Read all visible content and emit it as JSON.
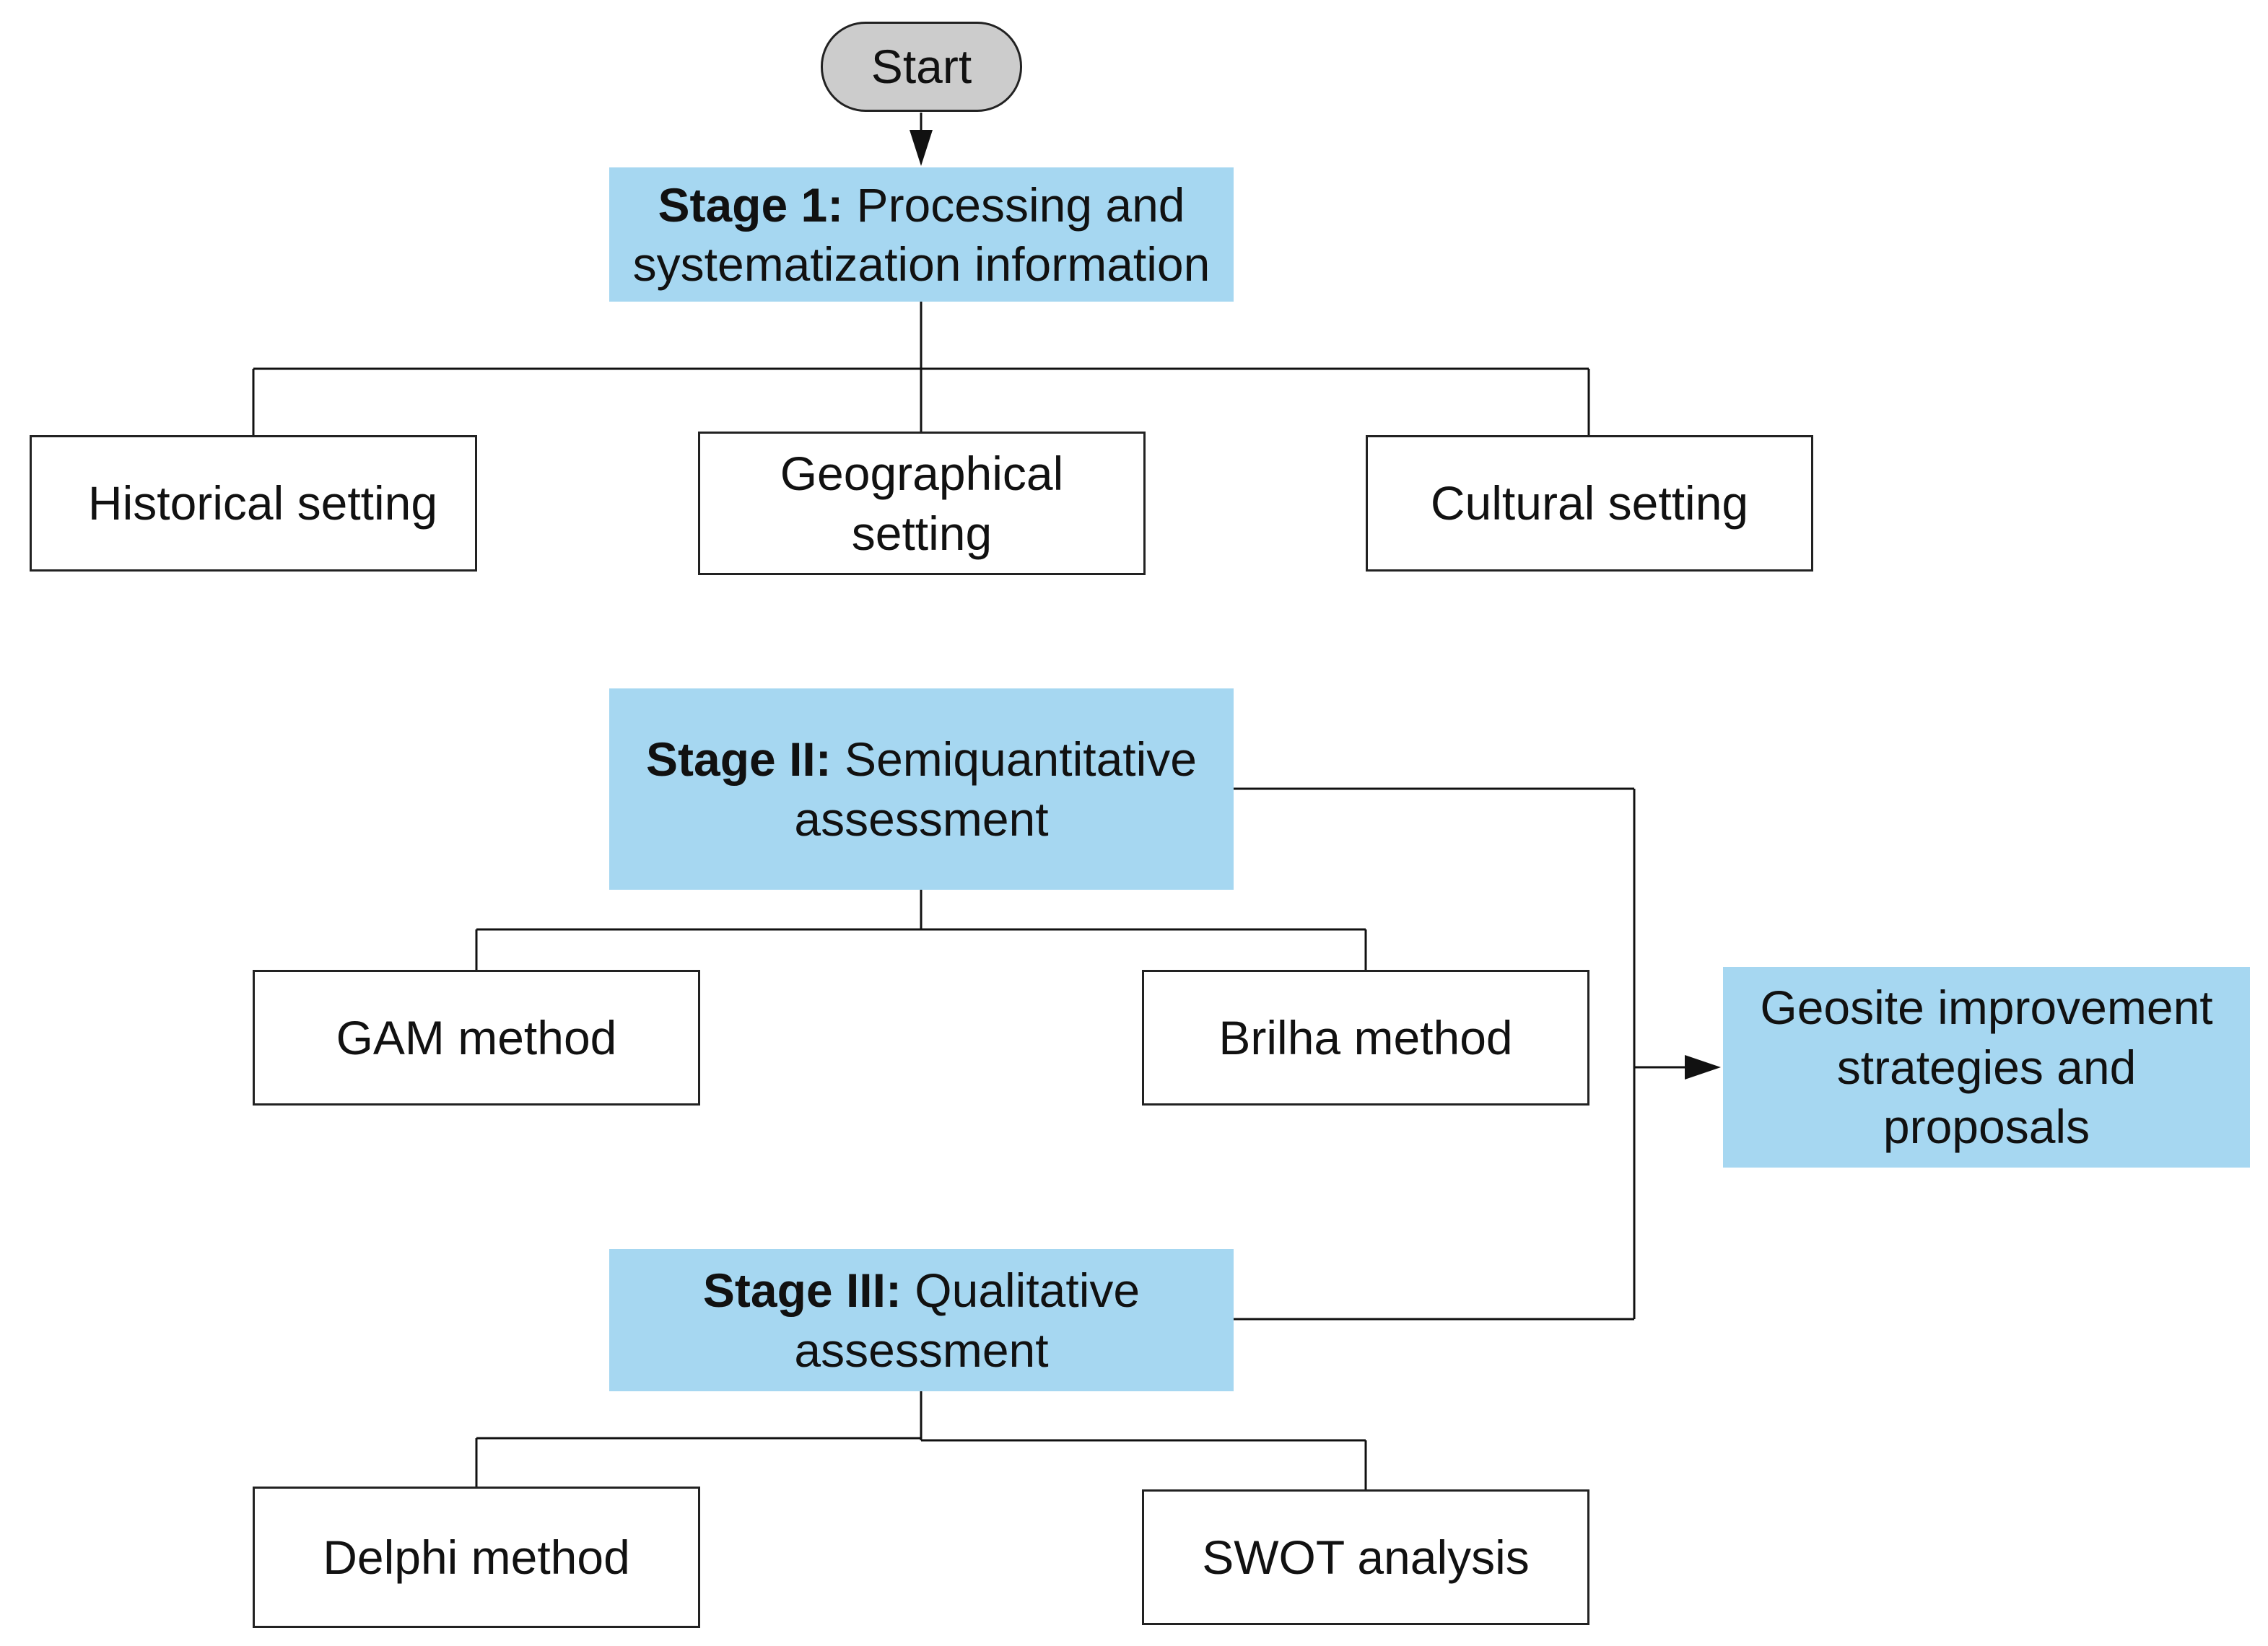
{
  "colors": {
    "stage_fill": "#a6d7f1",
    "terminal_fill": "#cccccc",
    "line": "#111111"
  },
  "start": {
    "label": "Start"
  },
  "stage1": {
    "prefix": "Stage 1:",
    "line1_rest": " Processing and",
    "line2": "systematization information"
  },
  "stage1_children": {
    "historical": "Historical setting",
    "geographical_line1": "Geographical",
    "geographical_line2": "setting",
    "cultural": "Cultural setting"
  },
  "stage2": {
    "prefix": "Stage II:",
    "line1_rest": " Semiquantitative",
    "line2": "assessment"
  },
  "stage2_children": {
    "gam": "GAM method",
    "brilha": "Brilha method"
  },
  "stage3": {
    "prefix": "Stage III:",
    "line1_rest": " Qualitative",
    "line2": "assessment"
  },
  "stage3_children": {
    "delphi": "Delphi method",
    "swot": "SWOT analysis"
  },
  "outcome": {
    "line1": "Geosite improvement",
    "line2": "strategies and",
    "line3": "proposals"
  }
}
